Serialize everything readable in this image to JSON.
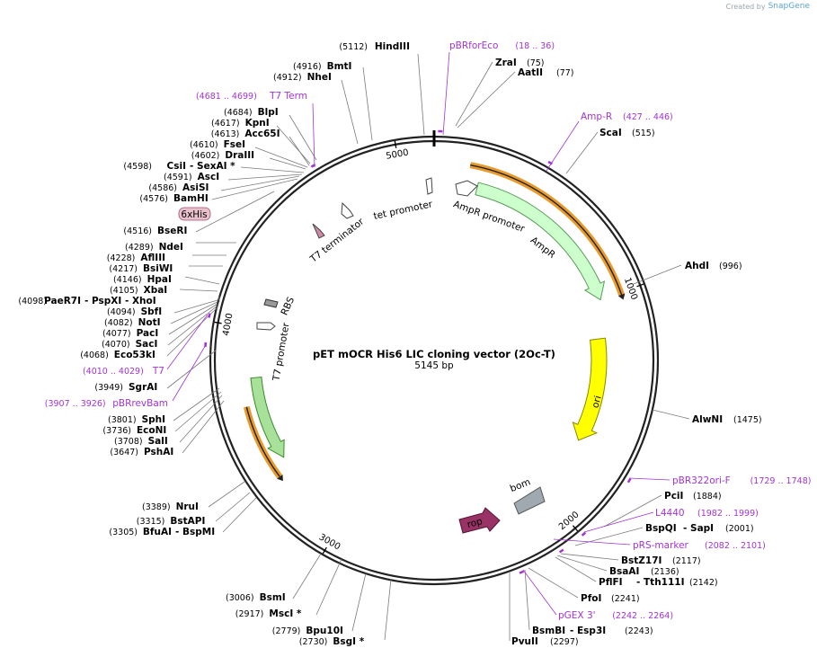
{
  "brand": {
    "prefix": "Created by",
    "name": "SnapGene"
  },
  "map": {
    "title": "pET mOCR His6 LIC cloning vector (2Oc-T)",
    "subtitle": "5145 bp",
    "length": 5145,
    "tick_labels": [
      "1000",
      "2000",
      "3000",
      "4000",
      "5000"
    ]
  },
  "features": [
    {
      "name": "AmpR",
      "label": "AmpR",
      "color": "#ccffcc",
      "stroke": "#5a9a5a"
    },
    {
      "name": "AmpR promoter",
      "label": "AmpR promoter",
      "color": "#ffffff",
      "stroke": "#444444"
    },
    {
      "name": "ori",
      "label": "ori",
      "color": "#ffff00",
      "stroke": "#888800"
    },
    {
      "name": "rop",
      "label": "rop",
      "color": "#993366",
      "stroke": "#551133"
    },
    {
      "name": "bom",
      "label": "bom",
      "color": "#a0a8b0",
      "stroke": "#555555"
    },
    {
      "name": "T7 promoter",
      "label": "T7 promoter",
      "color": "#ffffff",
      "stroke": "#444444"
    },
    {
      "name": "RBS",
      "label": "RBS",
      "color": "#999999",
      "stroke": "#333333"
    },
    {
      "name": "T7 terminator",
      "label": "T7 terminator",
      "color": "#d08aa8",
      "stroke": "#444444"
    },
    {
      "name": "tet promoter",
      "label": "tet promoter",
      "color": "#ffffff",
      "stroke": "#444444"
    },
    {
      "name": "6xHis",
      "label": "6xHis",
      "color": "#e8c1cc",
      "stroke": "#a05070"
    }
  ],
  "enzymes_right": [
    {
      "name": "HindIII",
      "pos": "(5112)"
    },
    {
      "name": "ZraI",
      "pos": "(75)"
    },
    {
      "name": "AatII",
      "pos": "(77)"
    },
    {
      "name": "ScaI",
      "pos": "(515)"
    },
    {
      "name": "AhdI",
      "pos": "(996)"
    },
    {
      "name": "AlwNI",
      "pos": "(1475)"
    },
    {
      "name": "PciI",
      "pos": "(1884)"
    },
    {
      "name": "BspQI",
      "extra": "- SapI",
      "pos": "(2001)"
    },
    {
      "name": "BstZ17I",
      "pos": "(2117)"
    },
    {
      "name": "BsaAI",
      "pos": "(2136)"
    },
    {
      "name": "PflFI",
      "extra": "- Tth111I",
      "pos": "(2142)"
    },
    {
      "name": "PfoI",
      "pos": "(2241)"
    },
    {
      "name": "BsmBI",
      "extra": "- Esp3I",
      "pos": "(2243)"
    },
    {
      "name": "PvuII",
      "pos": "(2297)"
    }
  ],
  "enzymes_left": [
    {
      "name": "BmtI",
      "pos": "(4916)"
    },
    {
      "name": "NheI",
      "pos": "(4912)"
    },
    {
      "name": "BlpI",
      "pos": "(4684)"
    },
    {
      "name": "KpnI",
      "pos": "(4617)"
    },
    {
      "name": "Acc65I",
      "pos": "(4613)"
    },
    {
      "name": "FseI",
      "pos": "(4610)"
    },
    {
      "name": "DraIII",
      "pos": "(4602)"
    },
    {
      "name": "CsiI",
      "extra": "- SexAI *",
      "pos": "(4598)"
    },
    {
      "name": "AscI",
      "pos": "(4591)"
    },
    {
      "name": "AsiSI",
      "pos": "(4586)"
    },
    {
      "name": "BamHI",
      "pos": "(4576)"
    },
    {
      "name": "BseRI",
      "pos": "(4516)"
    },
    {
      "name": "NdeI",
      "pos": "(4289)"
    },
    {
      "name": "AflIII",
      "pos": "(4228)"
    },
    {
      "name": "BsiWI",
      "pos": "(4217)"
    },
    {
      "name": "HpaI",
      "pos": "(4146)"
    },
    {
      "name": "XbaI",
      "pos": "(4105)"
    },
    {
      "name": "PaeR7I",
      "extra": "- PspXI   - XhoI",
      "pos": "(4098)"
    },
    {
      "name": "SbfI",
      "pos": "(4094)"
    },
    {
      "name": "NotI",
      "pos": "(4082)"
    },
    {
      "name": "PacI",
      "pos": "(4077)"
    },
    {
      "name": "SacI",
      "pos": "(4070)"
    },
    {
      "name": "Eco53kI",
      "pos": "(4068)"
    },
    {
      "name": "SgrAI",
      "pos": "(3949)"
    },
    {
      "name": "SphI",
      "pos": "(3801)"
    },
    {
      "name": "EcoNI",
      "pos": "(3736)"
    },
    {
      "name": "SalI",
      "pos": "(3708)"
    },
    {
      "name": "PshAI",
      "pos": "(3647)"
    },
    {
      "name": "NruI",
      "pos": "(3389)"
    },
    {
      "name": "BstAPI",
      "pos": "(3315)"
    },
    {
      "name": "BfuAI",
      "extra": "- BspMI",
      "pos": "(3305)"
    },
    {
      "name": "BsmI",
      "pos": "(3006)"
    },
    {
      "name": "MscI *",
      "pos": "(2917)"
    },
    {
      "name": "Bpu10I",
      "pos": "(2779)"
    },
    {
      "name": "BsgI *",
      "pos": "(2730)"
    }
  ],
  "primers": [
    {
      "name": "pBRforEco",
      "range": "(18 .. 36)"
    },
    {
      "name": "Amp-R",
      "range": "(427 .. 446)"
    },
    {
      "name": "pBR322ori-F",
      "range": "(1729 .. 1748)"
    },
    {
      "name": "L4440",
      "range": "(1982 .. 1999)"
    },
    {
      "name": "pRS-marker",
      "range": "(2082 .. 2101)"
    },
    {
      "name": "pGEX 3'",
      "range": "(2242 .. 2264)"
    },
    {
      "name": "T7 Term",
      "range": "(4681 .. 4699)"
    },
    {
      "name": "T7",
      "range": "(4010 .. 4029)"
    },
    {
      "name": "pBRrevBam",
      "range": "(3907 .. 3926)"
    }
  ],
  "colors": {
    "backbone": "#222222",
    "primer": "#a234d4",
    "orf_outline": "#e89a2c",
    "leader": "#7a7a7a"
  }
}
